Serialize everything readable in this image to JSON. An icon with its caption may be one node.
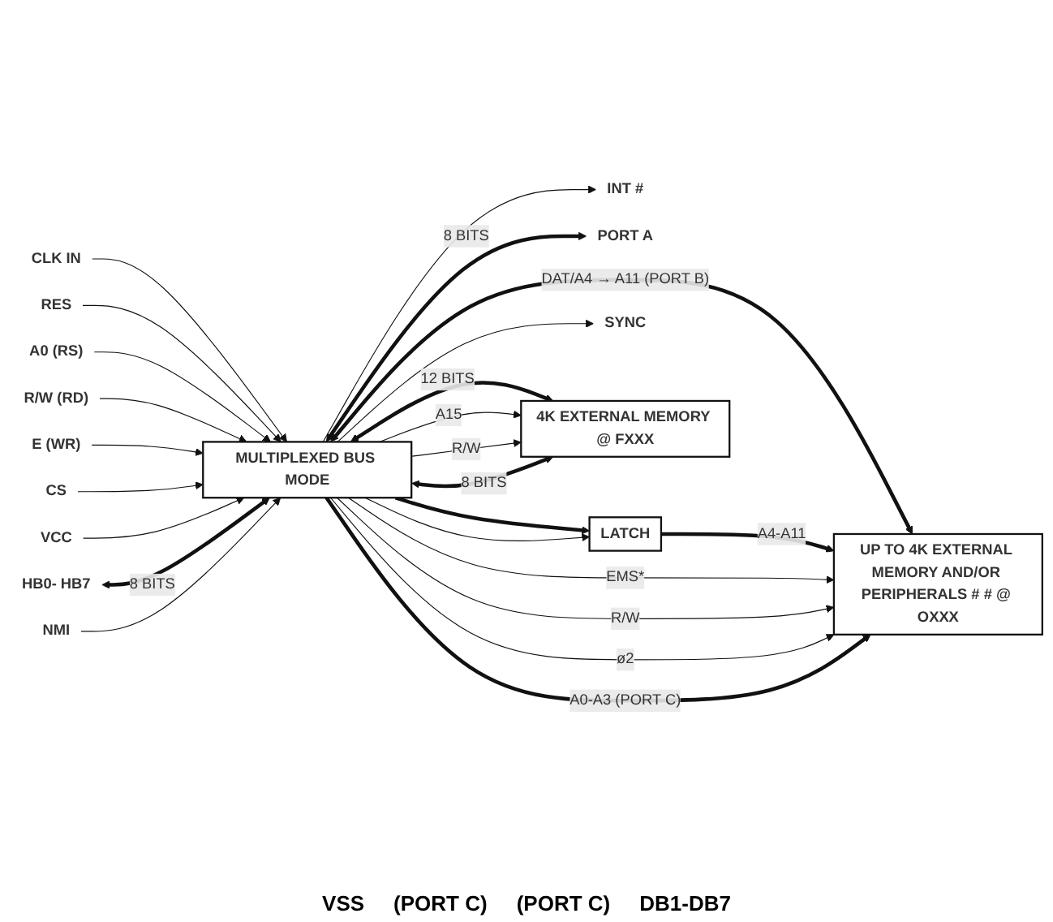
{
  "diagram": {
    "nodes": [
      {
        "text": [
          "MULTIPLEXED BUS MODE"
        ]
      },
      {
        "text": [
          "CLK IN"
        ]
      },
      {
        "text": [
          "RES"
        ]
      },
      {
        "text": [
          "A0 (RS)"
        ]
      },
      {
        "text": [
          "R/W (RD)"
        ]
      },
      {
        "text": [
          "E (WR)"
        ]
      },
      {
        "text": [
          "CS"
        ]
      },
      {
        "text": [
          "VCC"
        ]
      },
      {
        "text": [
          "HB0- HB7"
        ]
      },
      {
        "text": [
          "INT #"
        ]
      },
      {
        "text": [
          "PORT A"
        ]
      },
      {
        "text": [
          "LATCH"
        ]
      },
      {
        "text": [
          "UP TO 4K EXTERNAL MEMORY AND/OR PERIPHERALS # # @ OXXX"
        ]
      },
      {
        "text": [
          "SYNC"
        ]
      },
      {
        "text": [
          "NMI"
        ]
      },
      {
        "text": [
          "4K EXTERNAL MEMORY @ FXXX"
        ]
      }
    ],
    "edges": [
      {
        "from": 1,
        "to": 0,
        "arrow": "to"
      },
      {
        "from": 2,
        "to": 0,
        "arrow": "to"
      },
      {
        "from": 3,
        "to": 0,
        "arrow": "to"
      },
      {
        "from": 4,
        "to": 0,
        "arrow": "to"
      },
      {
        "from": 5,
        "to": 0,
        "arrow": "to"
      },
      {
        "from": 6,
        "to": 0,
        "arrow": "to"
      },
      {
        "from": 7,
        "to": 0,
        "arrow": "to"
      },
      {
        "from": 8,
        "to": 0,
        "arrow": "both",
        "label": "8 BITS",
        "style": "thick"
      },
      {
        "from": 0,
        "to": 9,
        "arrow": "to"
      },
      {
        "from": 0,
        "to": 10,
        "arrow": "both",
        "label": "8 BITS",
        "style": "thick"
      },
      {
        "from": 0,
        "to": 12,
        "arrow": "both",
        "label": "DAT/A4 → A11 (PORT B)",
        "style": "thick"
      },
      {
        "from": 0,
        "to": 11,
        "arrow": "to",
        "style": "thick"
      },
      {
        "from": 11,
        "to": 12,
        "arrow": "to",
        "label": "A4-A11",
        "style": "thick"
      },
      {
        "from": 0,
        "to": 12,
        "arrow": "to",
        "label": "EMS*"
      },
      {
        "from": 0,
        "to": 11,
        "arrow": "to"
      },
      {
        "from": 0,
        "to": 12,
        "arrow": "to",
        "label": "R/W"
      },
      {
        "from": 0,
        "to": 12,
        "arrow": "to",
        "label": "ø2"
      },
      {
        "from": 0,
        "to": 12,
        "arrow": "to",
        "label": "A0-A3 (PORT C)",
        "style": "thick"
      },
      {
        "from": 0,
        "to": 13,
        "arrow": "to"
      },
      {
        "from": 14,
        "to": 0,
        "arrow": "to"
      },
      {
        "from": 0,
        "to": 15,
        "arrow": "both",
        "label": "12 BITS",
        "style": "thick"
      },
      {
        "from": 0,
        "to": 15,
        "arrow": "to",
        "label": "A15"
      },
      {
        "from": 0,
        "to": 15,
        "arrow": "to",
        "label": "R/W"
      },
      {
        "from": 0,
        "to": 15,
        "arrow": "both",
        "label": "8 BITS",
        "style": "thick"
      }
    ],
    "labels": [
      "VSS",
      "(PORT C)",
      "(PORT C)",
      "DB1-DB7"
    ]
  }
}
